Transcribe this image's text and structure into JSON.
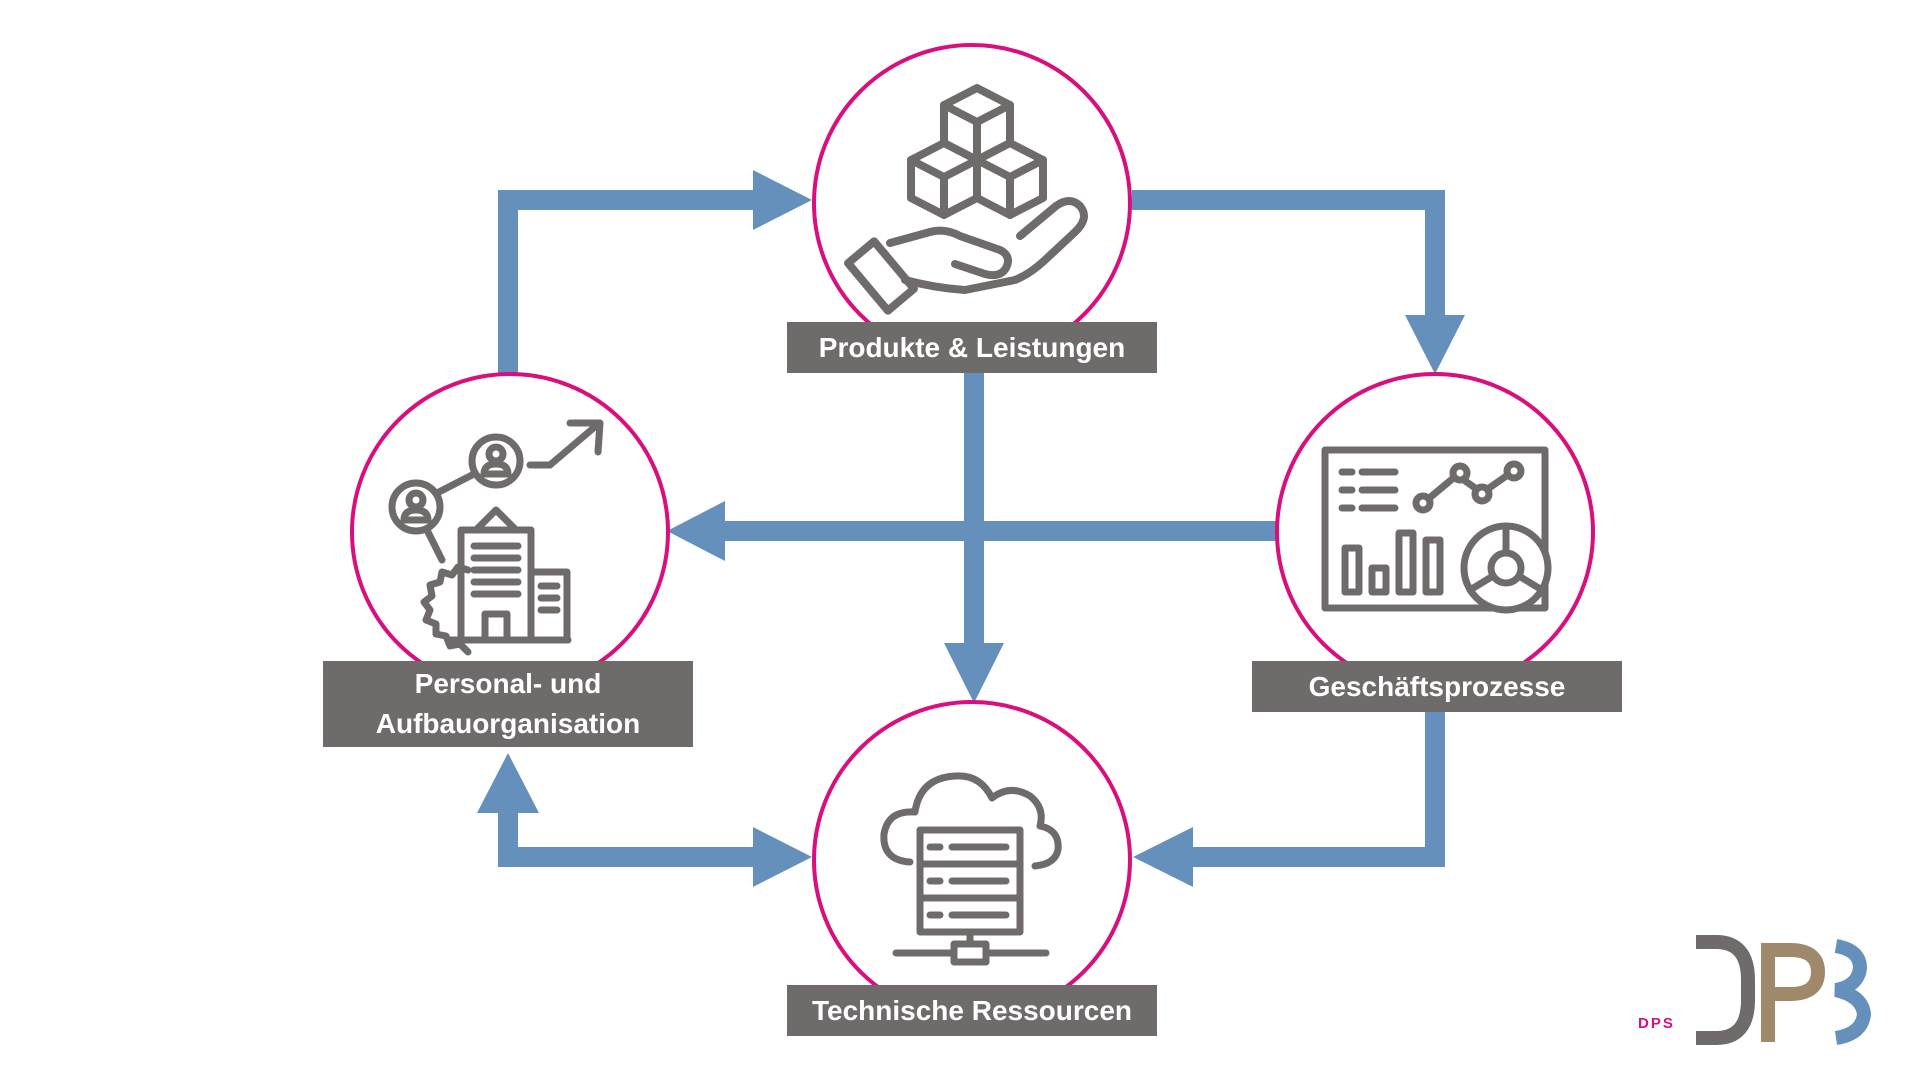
{
  "nodes": {
    "produkte": {
      "label": "Produkte & Leistungen",
      "icon": "hand-holding-cubes-icon"
    },
    "geschaeft": {
      "label": "Geschäftsprozesse",
      "icon": "dashboard-analytics-icon"
    },
    "personal": {
      "label_line1": "Personal- und",
      "label_line2": "Aufbauorganisation",
      "icon": "organization-people-building-icon"
    },
    "technik": {
      "label": "Technische Ressourcen",
      "icon": "cloud-server-network-icon"
    }
  },
  "logo": {
    "text": "DPS"
  },
  "colors": {
    "arrow": "#6590bb",
    "circle_border": "#d80f7d",
    "label_bg": "#6f6b6b",
    "icon_stroke": "#6f6b6b",
    "logo_tan": "#a0896a"
  }
}
